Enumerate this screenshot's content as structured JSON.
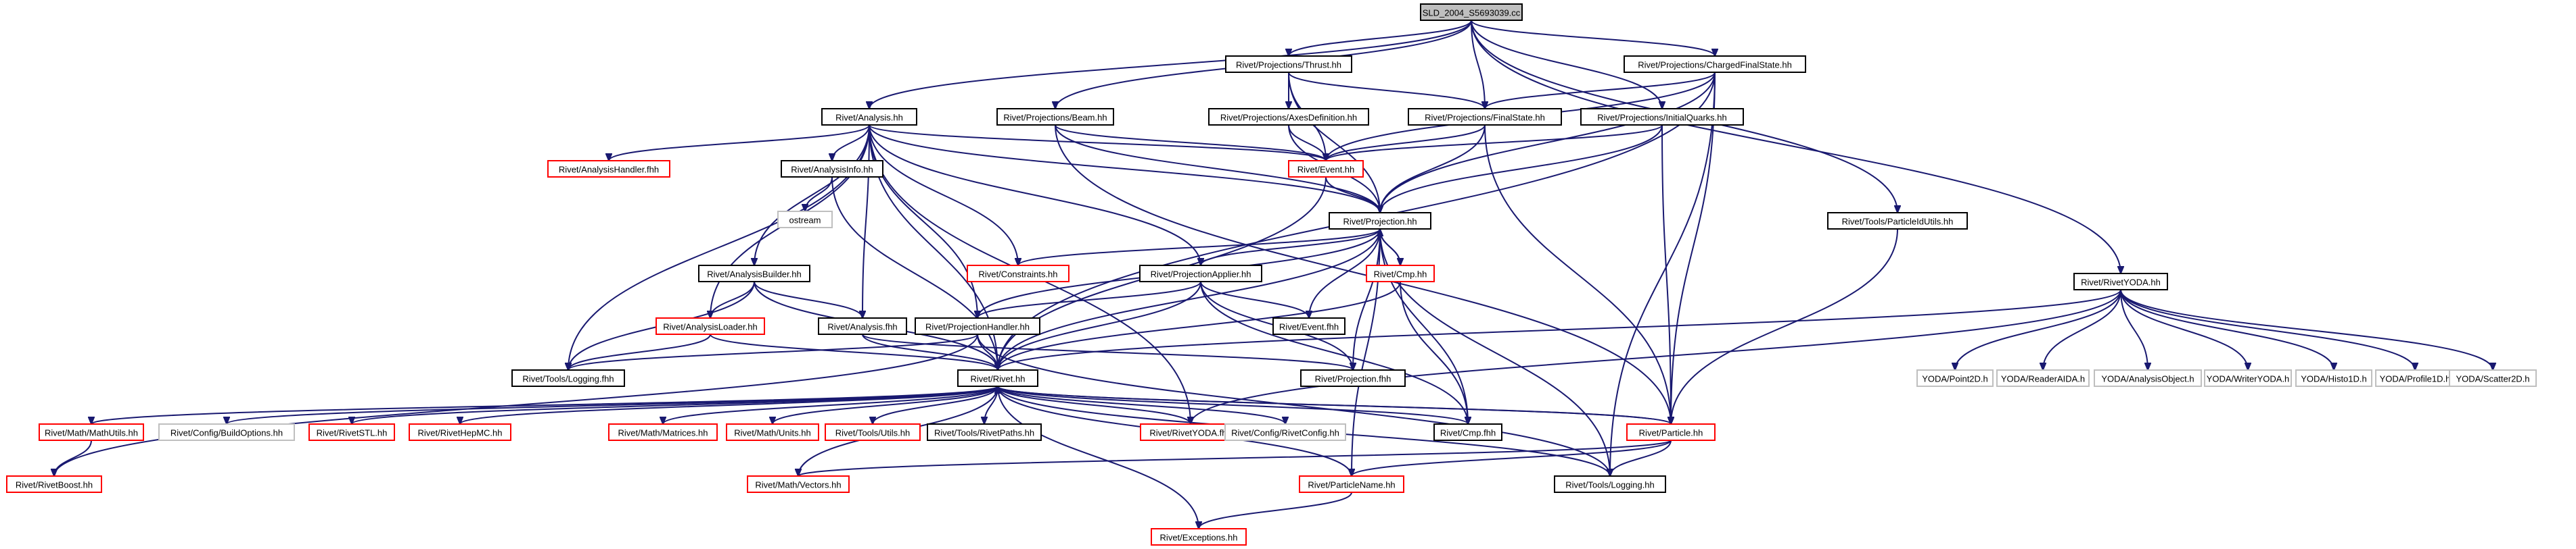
{
  "colors": {
    "edge": "#191970",
    "border_normal": "#000000",
    "border_missing": "#ff0000",
    "border_external": "#bfbfbf",
    "fill_root": "#bfbfbf",
    "fill_default": "#ffffff",
    "text": "#000000"
  },
  "nodes": [
    {
      "id": "root",
      "label": "SLD_2004_S5693039.cc",
      "style": "root"
    },
    {
      "id": "thrust",
      "label": "Rivet/Projections/Thrust.hh",
      "style": "normal"
    },
    {
      "id": "chargedfs",
      "label": "Rivet/Projections/ChargedFinalState.hh",
      "style": "normal"
    },
    {
      "id": "analysis",
      "label": "Rivet/Analysis.hh",
      "style": "normal"
    },
    {
      "id": "beam",
      "label": "Rivet/Projections/Beam.hh",
      "style": "normal"
    },
    {
      "id": "axesdef",
      "label": "Rivet/Projections/AxesDefinition.hh",
      "style": "normal"
    },
    {
      "id": "finalstate",
      "label": "Rivet/Projections/FinalState.hh",
      "style": "normal"
    },
    {
      "id": "initialquarks",
      "label": "Rivet/Projections/InitialQuarks.hh",
      "style": "normal"
    },
    {
      "id": "analysishandler",
      "label": "Rivet/AnalysisHandler.fhh",
      "style": "missing"
    },
    {
      "id": "analysisinfo",
      "label": "Rivet/AnalysisInfo.hh",
      "style": "normal"
    },
    {
      "id": "event",
      "label": "Rivet/Event.hh",
      "style": "missing"
    },
    {
      "id": "ostream",
      "label": "ostream",
      "style": "external"
    },
    {
      "id": "projection",
      "label": "Rivet/Projection.hh",
      "style": "normal"
    },
    {
      "id": "particleidutils",
      "label": "Rivet/Tools/ParticleIdUtils.hh",
      "style": "normal"
    },
    {
      "id": "constraints",
      "label": "Rivet/Constraints.hh",
      "style": "missing"
    },
    {
      "id": "cmphh",
      "label": "Rivet/Cmp.hh",
      "style": "missing"
    },
    {
      "id": "projectionapplier",
      "label": "Rivet/ProjectionApplier.hh",
      "style": "normal"
    },
    {
      "id": "analysisbuilder",
      "label": "Rivet/AnalysisBuilder.hh",
      "style": "normal"
    },
    {
      "id": "rivetyodahh",
      "label": "Rivet/RivetYODA.hh",
      "style": "normal"
    },
    {
      "id": "analysisloader",
      "label": "Rivet/AnalysisLoader.hh",
      "style": "missing"
    },
    {
      "id": "analysisfhh",
      "label": "Rivet/Analysis.fhh",
      "style": "normal"
    },
    {
      "id": "eventfhh",
      "label": "Rivet/Event.fhh",
      "style": "normal"
    },
    {
      "id": "projectionhandler",
      "label": "Rivet/ProjectionHandler.hh",
      "style": "normal"
    },
    {
      "id": "loggingfhh",
      "label": "Rivet/Tools/Logging.fhh",
      "style": "normal"
    },
    {
      "id": "rivethh",
      "label": "Rivet/Rivet.hh",
      "style": "normal"
    },
    {
      "id": "projectionfhh",
      "label": "Rivet/Projection.fhh",
      "style": "normal"
    },
    {
      "id": "yodapoint2d",
      "label": "YODA/Point2D.h",
      "style": "external"
    },
    {
      "id": "yodareaderaida",
      "label": "YODA/ReaderAIDA.h",
      "style": "external"
    },
    {
      "id": "yodaanalysisobject",
      "label": "YODA/AnalysisObject.h",
      "style": "external"
    },
    {
      "id": "yodawriteryoda",
      "label": "YODA/WriterYODA.h",
      "style": "external"
    },
    {
      "id": "yodahisto1d",
      "label": "YODA/Histo1D.h",
      "style": "external"
    },
    {
      "id": "yodaprofile1d",
      "label": "YODA/Profile1D.h",
      "style": "external"
    },
    {
      "id": "yodascatter2d",
      "label": "YODA/Scatter2D.h",
      "style": "external"
    },
    {
      "id": "mathutils",
      "label": "Rivet/Math/MathUtils.hh",
      "style": "missing"
    },
    {
      "id": "buildoptions",
      "label": "Rivet/Config/BuildOptions.hh",
      "style": "external"
    },
    {
      "id": "rivetstl",
      "label": "Rivet/RivetSTL.hh",
      "style": "missing"
    },
    {
      "id": "rivethepmc",
      "label": "Rivet/RivetHepMC.hh",
      "style": "missing"
    },
    {
      "id": "matrices",
      "label": "Rivet/Math/Matrices.hh",
      "style": "missing"
    },
    {
      "id": "units",
      "label": "Rivet/Math/Units.hh",
      "style": "missing"
    },
    {
      "id": "toolsutils",
      "label": "Rivet/Tools/Utils.hh",
      "style": "missing"
    },
    {
      "id": "rivetpaths",
      "label": "Rivet/Tools/RivetPaths.hh",
      "style": "normal"
    },
    {
      "id": "rivetyodafhh",
      "label": "Rivet/RivetYODA.fhh",
      "style": "missing"
    },
    {
      "id": "rivetconfig",
      "label": "Rivet/Config/RivetConfig.hh",
      "style": "external"
    },
    {
      "id": "cmpfhh",
      "label": "Rivet/Cmp.fhh",
      "style": "normal"
    },
    {
      "id": "particlehh",
      "label": "Rivet/Particle.hh",
      "style": "missing"
    },
    {
      "id": "rivetboost",
      "label": "Rivet/RivetBoost.hh",
      "style": "missing"
    },
    {
      "id": "vectors",
      "label": "Rivet/Math/Vectors.hh",
      "style": "missing"
    },
    {
      "id": "particlename",
      "label": "Rivet/ParticleName.hh",
      "style": "missing"
    },
    {
      "id": "logginghh",
      "label": "Rivet/Tools/Logging.hh",
      "style": "normal"
    },
    {
      "id": "exceptions",
      "label": "Rivet/Exceptions.hh",
      "style": "missing"
    }
  ],
  "edges": [
    [
      "root",
      "thrust"
    ],
    [
      "root",
      "chargedfs"
    ],
    [
      "root",
      "analysis"
    ],
    [
      "root",
      "beam"
    ],
    [
      "root",
      "finalstate"
    ],
    [
      "root",
      "initialquarks"
    ],
    [
      "root",
      "particleidutils"
    ],
    [
      "root",
      "rivetyodahh"
    ],
    [
      "thrust",
      "axesdef"
    ],
    [
      "thrust",
      "finalstate"
    ],
    [
      "thrust",
      "projection"
    ],
    [
      "thrust",
      "event"
    ],
    [
      "chargedfs",
      "finalstate"
    ],
    [
      "chargedfs",
      "projection"
    ],
    [
      "chargedfs",
      "event"
    ],
    [
      "chargedfs",
      "particlehh"
    ],
    [
      "chargedfs",
      "rivethh"
    ],
    [
      "chargedfs",
      "logginghh"
    ],
    [
      "axesdef",
      "projection"
    ],
    [
      "axesdef",
      "event"
    ],
    [
      "beam",
      "projection"
    ],
    [
      "beam",
      "event"
    ],
    [
      "beam",
      "particlehh"
    ],
    [
      "finalstate",
      "projection"
    ],
    [
      "finalstate",
      "event"
    ],
    [
      "finalstate",
      "particlehh"
    ],
    [
      "initialquarks",
      "projection"
    ],
    [
      "initialquarks",
      "event"
    ],
    [
      "initialquarks",
      "particlehh"
    ],
    [
      "analysis",
      "analysishandler"
    ],
    [
      "analysis",
      "analysisinfo"
    ],
    [
      "analysis",
      "event"
    ],
    [
      "analysis",
      "projection"
    ],
    [
      "analysis",
      "constraints"
    ],
    [
      "analysis",
      "projectionapplier"
    ],
    [
      "analysis",
      "analysisbuilder"
    ],
    [
      "analysis",
      "analysisloader"
    ],
    [
      "analysis",
      "analysisfhh"
    ],
    [
      "analysis",
      "projectionhandler"
    ],
    [
      "analysis",
      "loggingfhh"
    ],
    [
      "analysis",
      "rivethh"
    ],
    [
      "analysis",
      "rivetyodafhh"
    ],
    [
      "analysisinfo",
      "ostream"
    ],
    [
      "analysisinfo",
      "rivethh"
    ],
    [
      "event",
      "projection"
    ],
    [
      "event",
      "rivethh"
    ],
    [
      "projection",
      "constraints"
    ],
    [
      "projection",
      "cmphh"
    ],
    [
      "projection",
      "projectionapplier"
    ],
    [
      "projection",
      "projectionhandler"
    ],
    [
      "projection",
      "eventfhh"
    ],
    [
      "projection",
      "projectionfhh"
    ],
    [
      "projection",
      "cmpfhh"
    ],
    [
      "projection",
      "particlename"
    ],
    [
      "projection",
      "logginghh"
    ],
    [
      "projection",
      "rivethh"
    ],
    [
      "cmphh",
      "projection"
    ],
    [
      "cmphh",
      "cmpfhh"
    ],
    [
      "cmphh",
      "rivethh"
    ],
    [
      "projectionapplier",
      "eventfhh"
    ],
    [
      "projectionapplier",
      "projectionhandler"
    ],
    [
      "projectionapplier",
      "projectionfhh"
    ],
    [
      "projectionapplier",
      "rivethh"
    ],
    [
      "projectionapplier",
      "cmpfhh"
    ],
    [
      "analysisbuilder",
      "analysisloader"
    ],
    [
      "analysisbuilder",
      "analysisfhh"
    ],
    [
      "analysisbuilder",
      "loggingfhh"
    ],
    [
      "analysisbuilder",
      "rivethh"
    ],
    [
      "analysisloader",
      "loggingfhh"
    ],
    [
      "analysisloader",
      "rivethh"
    ],
    [
      "analysisfhh",
      "rivethh"
    ],
    [
      "analysisfhh",
      "projectionfhh"
    ],
    [
      "projectionhandler",
      "loggingfhh"
    ],
    [
      "projectionhandler",
      "rivethh"
    ],
    [
      "projectionhandler",
      "rivetboost"
    ],
    [
      "projectionhandler",
      "logginghh"
    ],
    [
      "rivethh",
      "mathutils"
    ],
    [
      "rivethh",
      "buildoptions"
    ],
    [
      "rivethh",
      "rivetstl"
    ],
    [
      "rivethh",
      "rivethepmc"
    ],
    [
      "rivethh",
      "matrices"
    ],
    [
      "rivethh",
      "units"
    ],
    [
      "rivethh",
      "toolsutils"
    ],
    [
      "rivethh",
      "rivetpaths"
    ],
    [
      "rivethh",
      "rivetyodafhh"
    ],
    [
      "rivethh",
      "rivetconfig"
    ],
    [
      "rivethh",
      "cmpfhh"
    ],
    [
      "rivethh",
      "particlehh"
    ],
    [
      "rivethh",
      "vectors"
    ],
    [
      "rivethh",
      "particlename"
    ],
    [
      "rivethh",
      "exceptions"
    ],
    [
      "rivethh",
      "logginghh"
    ],
    [
      "mathutils",
      "rivetboost"
    ],
    [
      "particlehh",
      "rivethh"
    ],
    [
      "particlehh",
      "particlename"
    ],
    [
      "particlehh",
      "vectors"
    ],
    [
      "particlehh",
      "logginghh"
    ],
    [
      "particlename",
      "exceptions"
    ],
    [
      "particleidutils",
      "particlehh"
    ],
    [
      "rivetyodahh",
      "rivethh"
    ],
    [
      "rivetyodahh",
      "rivetyodafhh"
    ],
    [
      "rivetyodahh",
      "yodapoint2d"
    ],
    [
      "rivetyodahh",
      "yodareaderaida"
    ],
    [
      "rivetyodahh",
      "yodaanalysisobject"
    ],
    [
      "rivetyodahh",
      "yodawriteryoda"
    ],
    [
      "rivetyodahh",
      "yodahisto1d"
    ],
    [
      "rivetyodahh",
      "yodaprofile1d"
    ],
    [
      "rivetyodahh",
      "yodascatter2d"
    ]
  ]
}
